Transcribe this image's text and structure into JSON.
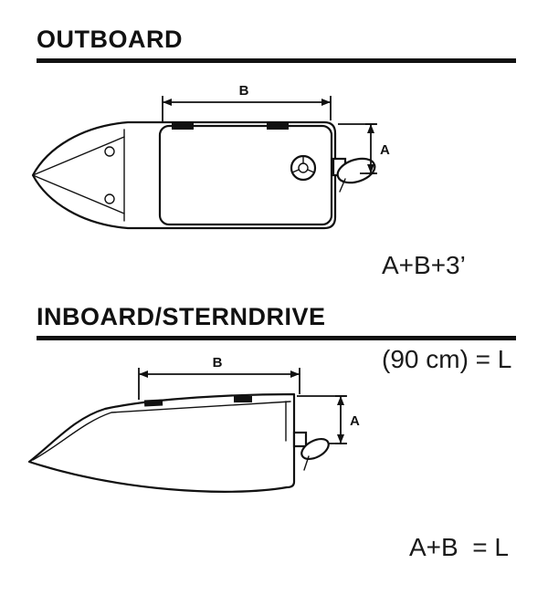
{
  "page": {
    "background": "#ffffff",
    "ink_color": "#111111"
  },
  "sections": [
    {
      "title": "OUTBOARD",
      "labels": {
        "a": "A",
        "b": "B"
      },
      "formula_lines": [
        "A+B+3’",
        "(90 cm) = L"
      ]
    },
    {
      "title": "INBOARD/STERNDRIVE",
      "labels": {
        "a": "A",
        "b": "B"
      },
      "formula_lines": [
        "A+B  = L"
      ]
    }
  ]
}
